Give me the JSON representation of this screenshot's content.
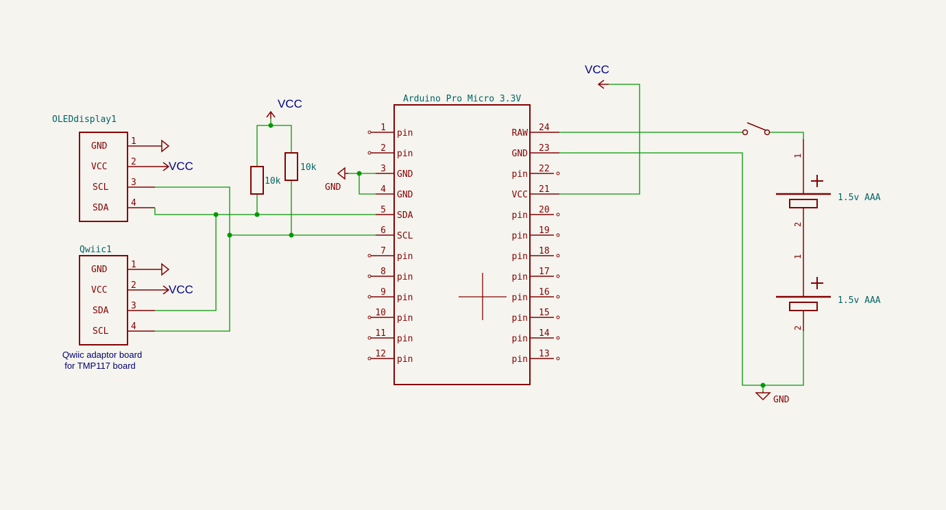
{
  "colors": {
    "background": "#f5f4ef",
    "symbol": "#840000",
    "wire": "#009900",
    "pin_text": "#840000",
    "label_text": "#006464",
    "power_text": "#000084",
    "note_text": "#00006e"
  },
  "oled": {
    "ref": "OLEDdisplay1",
    "pins": [
      {
        "num": "1",
        "name": "GND"
      },
      {
        "num": "2",
        "name": "VCC"
      },
      {
        "num": "3",
        "name": "SCL"
      },
      {
        "num": "4",
        "name": "SDA"
      }
    ],
    "vcc_label": "VCC"
  },
  "qwiic": {
    "ref": "Qwiic1",
    "pins": [
      {
        "num": "1",
        "name": "GND"
      },
      {
        "num": "2",
        "name": "VCC"
      },
      {
        "num": "3",
        "name": "SDA"
      },
      {
        "num": "4",
        "name": "SCL"
      }
    ],
    "vcc_label": "VCC",
    "note_line1": "Qwiic adaptor board",
    "note_line2": "for TMP117 board"
  },
  "pullups": {
    "vcc_label": "VCC",
    "r1_value": "10k",
    "r2_value": "10k"
  },
  "arduino": {
    "title": "Arduino Pro Micro 3.3V",
    "left_pins": [
      {
        "num": "1",
        "name": "pin"
      },
      {
        "num": "2",
        "name": "pin"
      },
      {
        "num": "3",
        "name": "GND"
      },
      {
        "num": "4",
        "name": "GND"
      },
      {
        "num": "5",
        "name": "SDA"
      },
      {
        "num": "6",
        "name": "SCL"
      },
      {
        "num": "7",
        "name": "pin"
      },
      {
        "num": "8",
        "name": "pin"
      },
      {
        "num": "9",
        "name": "pin"
      },
      {
        "num": "10",
        "name": "pin"
      },
      {
        "num": "11",
        "name": "pin"
      },
      {
        "num": "12",
        "name": "pin"
      }
    ],
    "right_pins": [
      {
        "num": "24",
        "name": "RAW"
      },
      {
        "num": "23",
        "name": "GND"
      },
      {
        "num": "22",
        "name": "pin"
      },
      {
        "num": "21",
        "name": "VCC"
      },
      {
        "num": "20",
        "name": "pin"
      },
      {
        "num": "19",
        "name": "pin"
      },
      {
        "num": "18",
        "name": "pin"
      },
      {
        "num": "17",
        "name": "pin"
      },
      {
        "num": "16",
        "name": "pin"
      },
      {
        "num": "15",
        "name": "pin"
      },
      {
        "num": "14",
        "name": "pin"
      },
      {
        "num": "13",
        "name": "pin"
      }
    ],
    "gnd_label": "GND"
  },
  "power": {
    "vcc_label": "VCC",
    "gnd_label": "GND",
    "battery1_value": "1.5v AAA",
    "battery2_value": "1.5v AAA",
    "battery_pin1": "1",
    "battery_pin2": "2"
  }
}
